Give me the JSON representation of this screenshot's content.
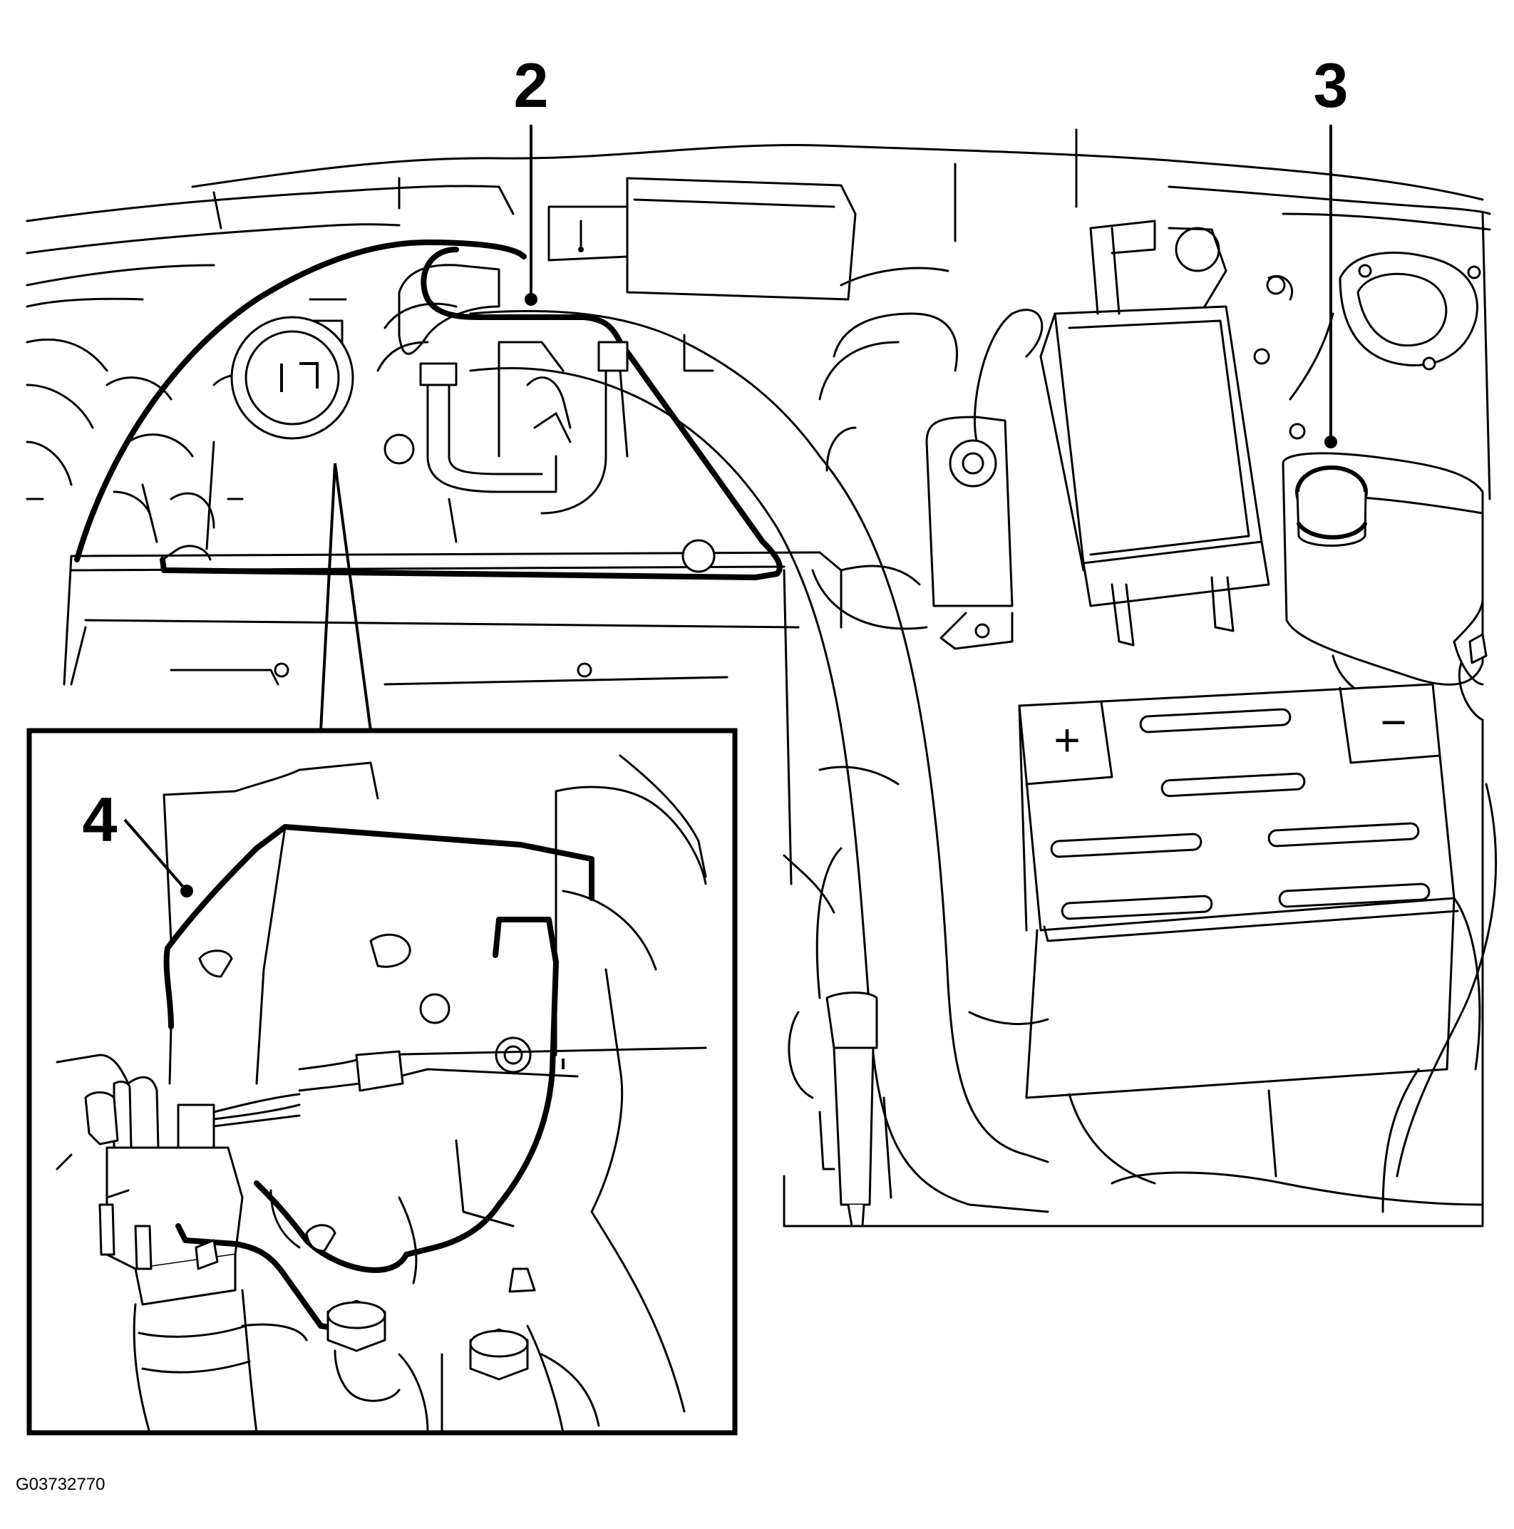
{
  "figure": {
    "figure_id": "G03732770",
    "callouts": [
      {
        "id": "callout-2",
        "label": "2"
      },
      {
        "id": "callout-3",
        "label": "3"
      },
      {
        "id": "callout-4",
        "label": "4"
      }
    ],
    "battery": {
      "plus_symbol": "+",
      "minus_symbol": "−"
    }
  }
}
